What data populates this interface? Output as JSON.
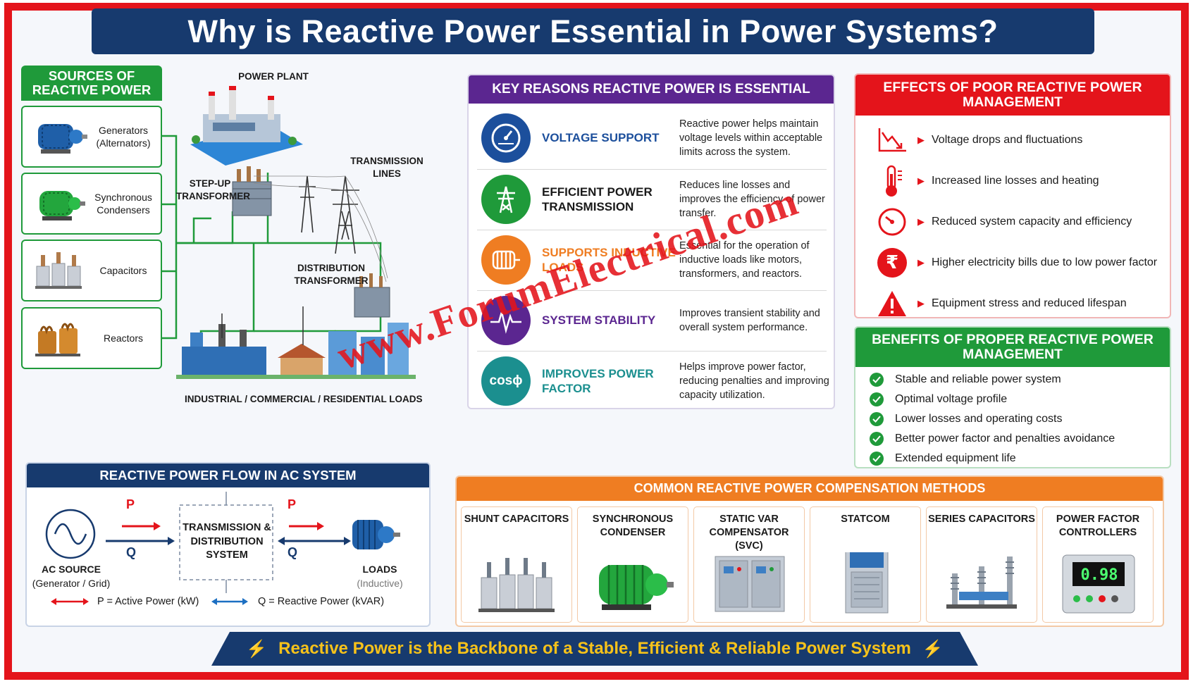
{
  "title": "Why is Reactive Power Essential in Power Systems?",
  "sources": {
    "header": "SOURCES OF REACTIVE POWER",
    "items": [
      {
        "label": "Generators (Alternators)",
        "icon": "generator-icon"
      },
      {
        "label": "Synchronous Condensers",
        "icon": "synchronous-condenser-icon"
      },
      {
        "label": "Capacitors",
        "icon": "capacitor-bank-icon"
      },
      {
        "label": "Reactors",
        "icon": "reactor-icon"
      }
    ]
  },
  "diagram": {
    "power_plant": "POWER PLANT",
    "step_up": "STEP-UP TRANSFORMER",
    "transmission": "TRANSMISSION LINES",
    "distribution": "DISTRIBUTION TRANSFORMER",
    "loads": "INDUSTRIAL / COMMERCIAL / RESIDENTIAL LOADS"
  },
  "key_reasons": {
    "header": "KEY REASONS REACTIVE POWER IS ESSENTIAL",
    "items": [
      {
        "title": "VOLTAGE SUPPORT",
        "desc": "Reactive power helps maintain voltage levels within acceptable limits across the system.",
        "color": "#1c4f9c",
        "title_color": "#1c4f9c",
        "icon": "voltmeter-icon"
      },
      {
        "title": "EFFICIENT POWER TRANSMISSION",
        "desc": "Reduces line losses and improves the efficiency of power transfer.",
        "color": "#1f9a3a",
        "title_color": "#1a1a1a",
        "icon": "transmission-tower-icon"
      },
      {
        "title": "SUPPORTS INDUCTIVE LOADS",
        "desc": "Essential for the operation of inductive loads like motors, transformers, and reactors.",
        "color": "#ef7d22",
        "title_color": "#ef7d22",
        "icon": "motor-icon"
      },
      {
        "title": "SYSTEM STABILITY",
        "desc": "Improves transient stability and overall system performance.",
        "color": "#5b2690",
        "title_color": "#5b2690",
        "icon": "waveform-icon"
      },
      {
        "title": "IMPROVES POWER FACTOR",
        "desc": "Helps improve power factor, reducing penalties and improving capacity utilization.",
        "color": "#1b8f8f",
        "title_color": "#1b8f8f",
        "icon": "cos-phi-icon",
        "icon_text": "cosϕ"
      }
    ]
  },
  "effects": {
    "header": "EFFECTS OF POOR REACTIVE POWER MANAGEMENT",
    "items": [
      {
        "text": "Voltage drops and fluctuations",
        "icon": "declining-chart-icon"
      },
      {
        "text": "Increased line losses and heating",
        "icon": "thermometer-icon"
      },
      {
        "text": "Reduced system capacity and efficiency",
        "icon": "gauge-icon"
      },
      {
        "text": "Higher electricity bills due to low power factor",
        "icon": "rupee-icon"
      },
      {
        "text": "Equipment stress and reduced lifespan",
        "icon": "warning-icon"
      }
    ]
  },
  "benefits": {
    "header": "BENEFITS OF PROPER REACTIVE POWER MANAGEMENT",
    "items": [
      "Stable and reliable power system",
      "Optimal voltage profile",
      "Lower losses and operating costs",
      "Better power factor and penalties avoidance",
      "Extended equipment life"
    ]
  },
  "flow": {
    "header": "REACTIVE POWER FLOW IN AC SYSTEM",
    "source_label": "AC SOURCE",
    "source_sub": "(Generator / Grid)",
    "p": "P",
    "q": "Q",
    "system_label": "TRANSMISSION & DISTRIBUTION SYSTEM",
    "loads_label": "LOADS",
    "loads_sub": "(Inductive)",
    "legend_p": "P = Active Power (kW)",
    "legend_q": "Q = Reactive Power (kVAR)"
  },
  "compensation": {
    "header": "COMMON REACTIVE POWER COMPENSATION METHODS",
    "items": [
      {
        "label": "SHUNT CAPACITORS",
        "icon": "shunt-capacitor-icon"
      },
      {
        "label": "SYNCHRONOUS CONDENSER",
        "icon": "synchronous-condenser-icon"
      },
      {
        "label": "STATIC VAR COMPENSATOR (SVC)",
        "icon": "svc-cabinet-icon"
      },
      {
        "label": "STATCOM",
        "icon": "statcom-cabinet-icon"
      },
      {
        "label": "SERIES CAPACITORS",
        "icon": "series-capacitor-icon"
      },
      {
        "label": "POWER FACTOR CONTROLLERS",
        "icon": "pf-controller-icon",
        "display": "0.98"
      }
    ]
  },
  "footer": "Reactive Power is the Backbone of a Stable, Efficient & Reliable Power System",
  "watermark": "www.ForumElectrical.com",
  "colors": {
    "red": "#e4141b",
    "navy": "#173a6e",
    "green": "#1f9a3a",
    "purple": "#5b2690",
    "orange": "#ef7d22",
    "gold": "#f6c21a"
  }
}
